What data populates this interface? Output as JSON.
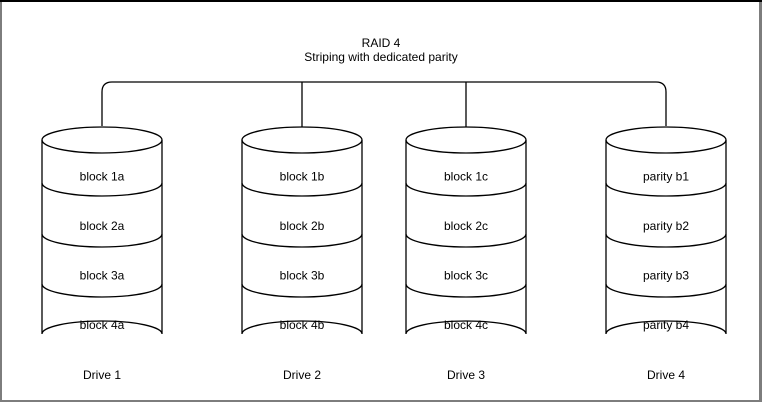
{
  "diagram": {
    "title": "RAID 4",
    "subtitle": "Striping with dedicated parity",
    "stroke_color": "#000000",
    "shape_fill_color": "#ffffff",
    "frame_top_border_color": "#000000",
    "frame_border_color": "#7d7d7d",
    "drives": [
      {
        "name": "Drive 1",
        "blocks": [
          "block 1a",
          "block 2a",
          "block 3a",
          "block 4a"
        ]
      },
      {
        "name": "Drive 2",
        "blocks": [
          "block 1b",
          "block 2b",
          "block 3b",
          "block 4b"
        ]
      },
      {
        "name": "Drive 3",
        "blocks": [
          "block 1c",
          "block 2c",
          "block 3c",
          "block 4c"
        ]
      },
      {
        "name": "Drive 4",
        "blocks": [
          "parity b1",
          "parity b2",
          "parity b3",
          "parity b4"
        ]
      }
    ]
  }
}
